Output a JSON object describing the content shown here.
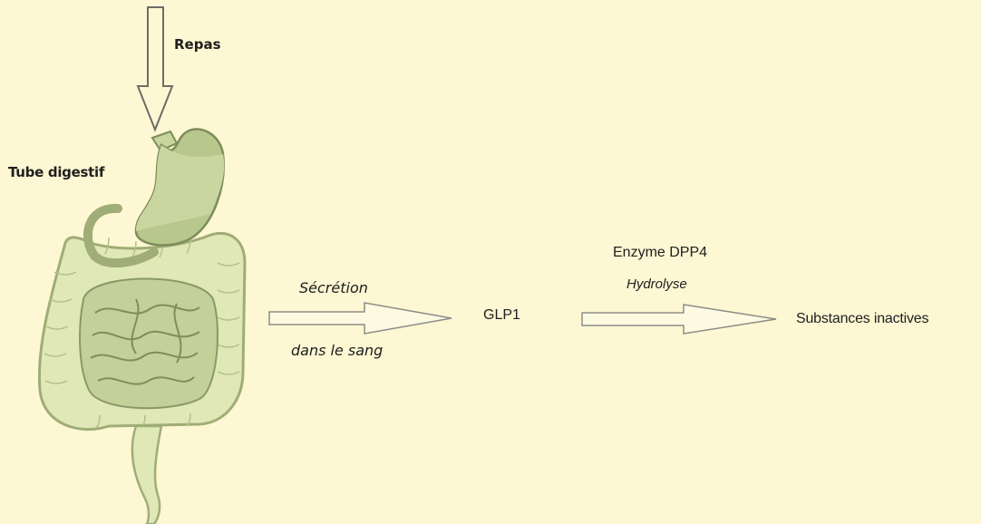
{
  "diagram": {
    "labels": {
      "meal": "Repas",
      "digestive_tract": "Tube digestif",
      "secretion": "Sécrétion",
      "into_blood": "dans le sang",
      "glp1": "GLP1",
      "enzyme": "Enzyme DPP4",
      "hydrolysis": "Hydrolyse",
      "inactive_substances": "Substances inactives"
    },
    "colors": {
      "background": "#fdf7d3",
      "organ_fill": "#dde7b4",
      "organ_stroke": "#9aa872",
      "stomach_fill": "#b9c98d",
      "arrow_stroke": "#8d8d88"
    },
    "icons": [
      "down-arrow-icon",
      "digestive-system-icon",
      "right-arrow-icon"
    ]
  }
}
